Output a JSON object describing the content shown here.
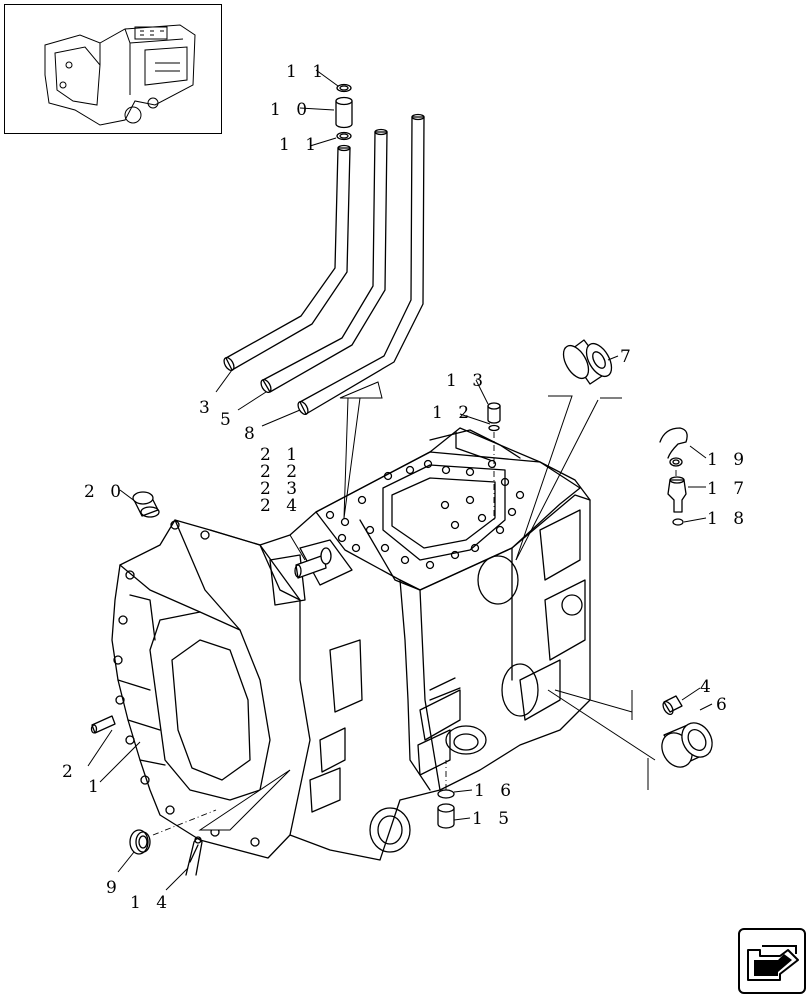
{
  "callouts": {
    "c1": "1",
    "c2": "2",
    "c3": "3",
    "c4": "4",
    "c5": "5",
    "c6": "6",
    "c7": "7",
    "c8": "8",
    "c9": "9",
    "c10": "1 0",
    "c11a": "1 1",
    "c11b": "1 1",
    "c12": "1 2",
    "c13": "1 3",
    "c14": "1 4",
    "c15": "1 5",
    "c16": "1 6",
    "c17": "1 7",
    "c18": "1 8",
    "c19": "1 9",
    "c20": "2 0",
    "c21": "2 1",
    "c22": "2 2",
    "c23": "2 3",
    "c24": "2 4"
  },
  "icons": {
    "thumbnail": "transmission-housing-thumbnail",
    "navigation": "arrow-nav-icon"
  }
}
